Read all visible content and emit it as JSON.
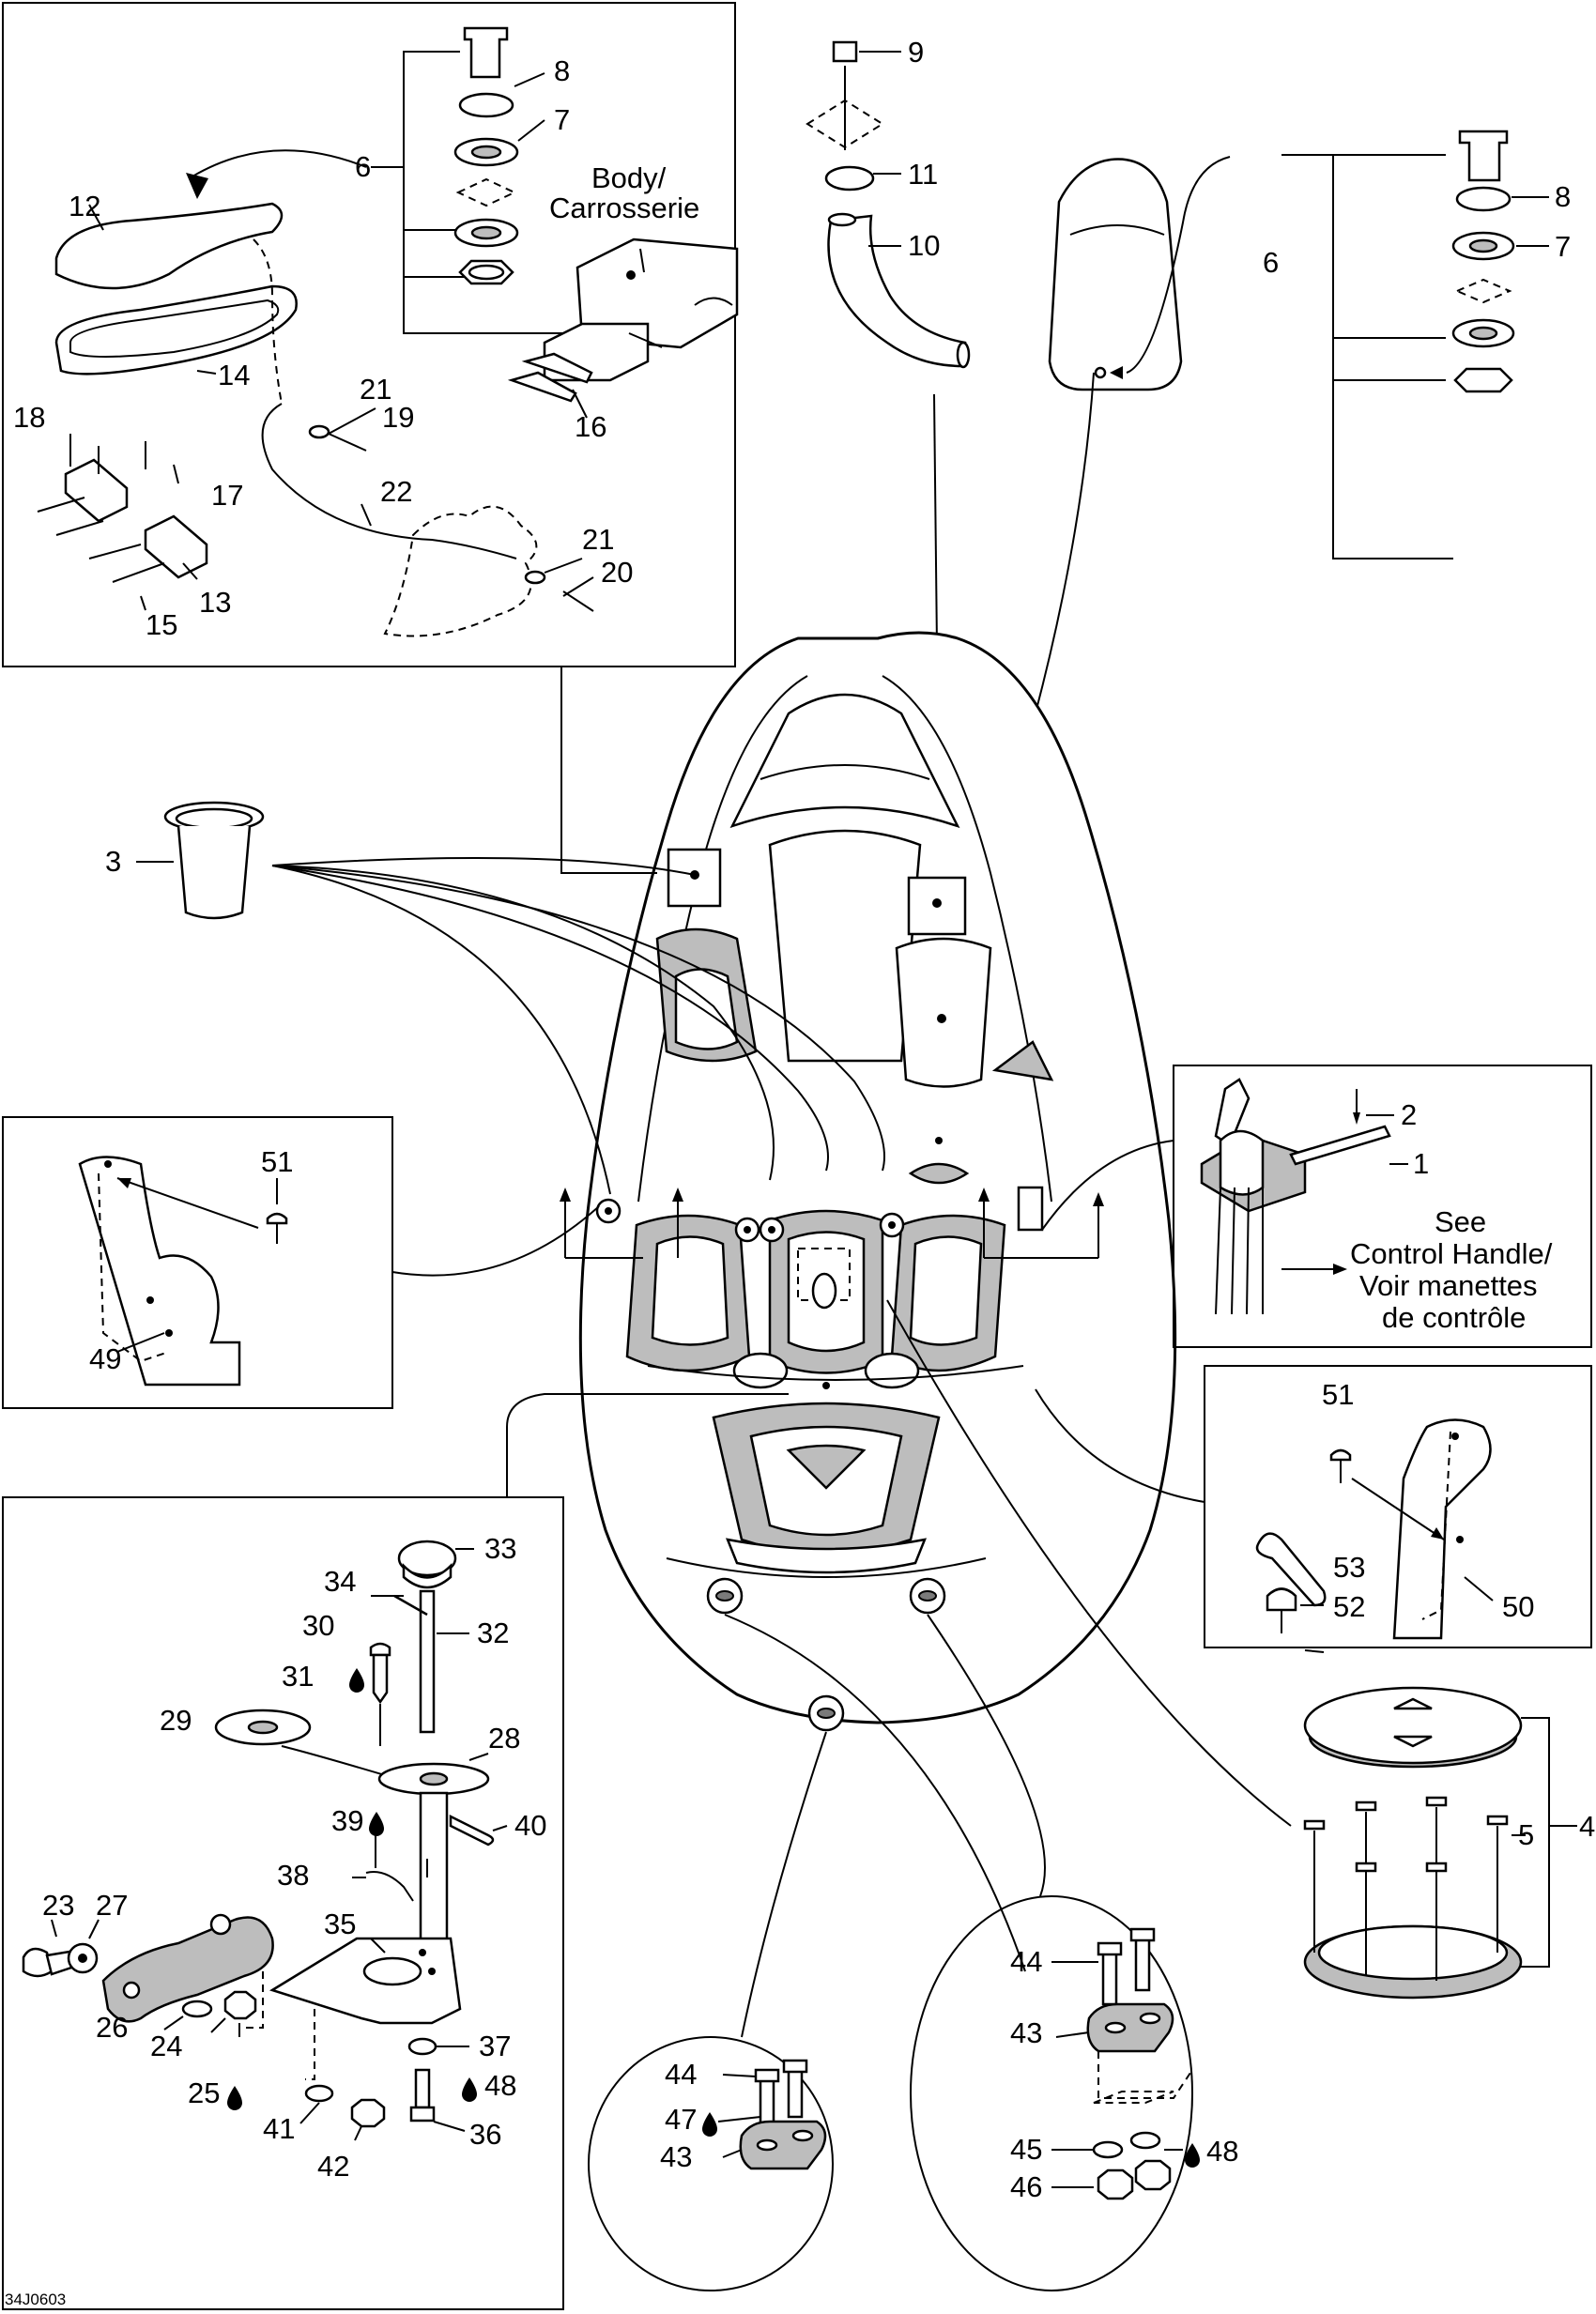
{
  "callouts": {
    "c1": "1",
    "c2": "2",
    "c3": "3",
    "c4": "4",
    "c5": "5",
    "c6": "6",
    "c7": "7",
    "c8": "8",
    "c9": "9",
    "c10": "10",
    "c11": "11",
    "c12": "12",
    "c13": "13",
    "c14": "14",
    "c15": "15",
    "c16": "16",
    "c17": "17",
    "c18": "18",
    "c19": "19",
    "c20": "20",
    "c21": "21",
    "c22": "22",
    "c23": "23",
    "c24": "24",
    "c25": "25",
    "c26": "26",
    "c27": "27",
    "c28": "28",
    "c29": "29",
    "c30": "30",
    "c31": "31",
    "c32": "32",
    "c33": "33",
    "c34": "34",
    "c35": "35",
    "c36": "36",
    "c37": "37",
    "c38": "38",
    "c39": "39",
    "c40": "40",
    "c41": "41",
    "c42": "42",
    "c43": "43",
    "c44": "44",
    "c45": "45",
    "c46": "46",
    "c47": "47",
    "c48": "48",
    "c49": "49",
    "c50": "50",
    "c51": "51",
    "c52": "52",
    "c53": "53"
  },
  "annotations": {
    "body_line1": "Body/",
    "body_line2": "Carrosserie",
    "see_line1": "See",
    "see_line2": "Control Handle/",
    "see_line3": "Voir manettes",
    "see_line4": "de contrôle"
  },
  "figure_code": "34J0603",
  "glue_symbol": "💧"
}
